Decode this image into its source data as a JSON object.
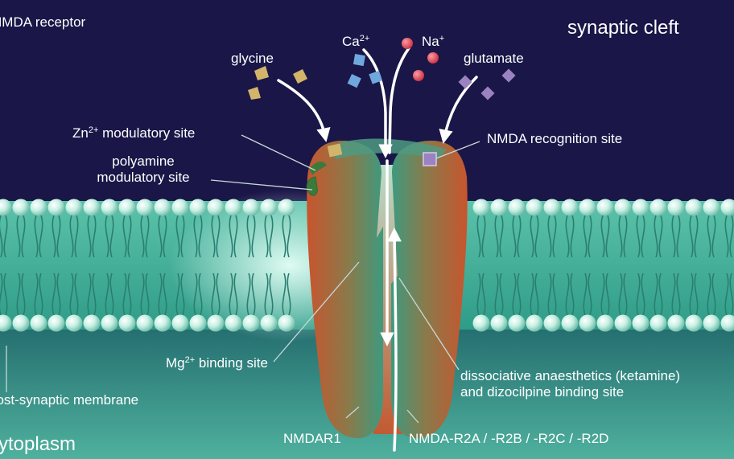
{
  "labels": {
    "title": "NMDA receptor",
    "cleft": "synaptic cleft",
    "cytoplasm": "cytoplasm",
    "membrane": "post-synaptic membrane",
    "glycine": "glycine",
    "glutamate": "glutamate",
    "ca": "Ca",
    "ca_charge": "2+",
    "na": "Na",
    "na_charge": "+",
    "zn": "Zn",
    "zn_charge": "2+",
    "zn_site": " modulatory site",
    "polyamine_1": "polyamine",
    "polyamine_2": "modulatory site",
    "nmda_site": "NMDA recognition site",
    "mg": "Mg",
    "mg_charge": "2+",
    "mg_site": " binding site",
    "dissociative_1": "dissociative anaesthetics (ketamine)",
    "dissociative_2": "and dizocilpine binding site",
    "nmdar1": "NMDAR1",
    "nmdar2": "NMDA-R2A / -R2B / -R2C / -R2D"
  },
  "colors": {
    "background": "#1a1648",
    "membrane": "#3fae9c",
    "lipid_head": "#bfeee0",
    "receptor_red": "#c8552e",
    "receptor_green": "#3d9a80",
    "glycine": "#d2b46a",
    "calcium": "#6fa8dc",
    "sodium": "#e0505f",
    "glutamate": "#9b82c0"
  }
}
